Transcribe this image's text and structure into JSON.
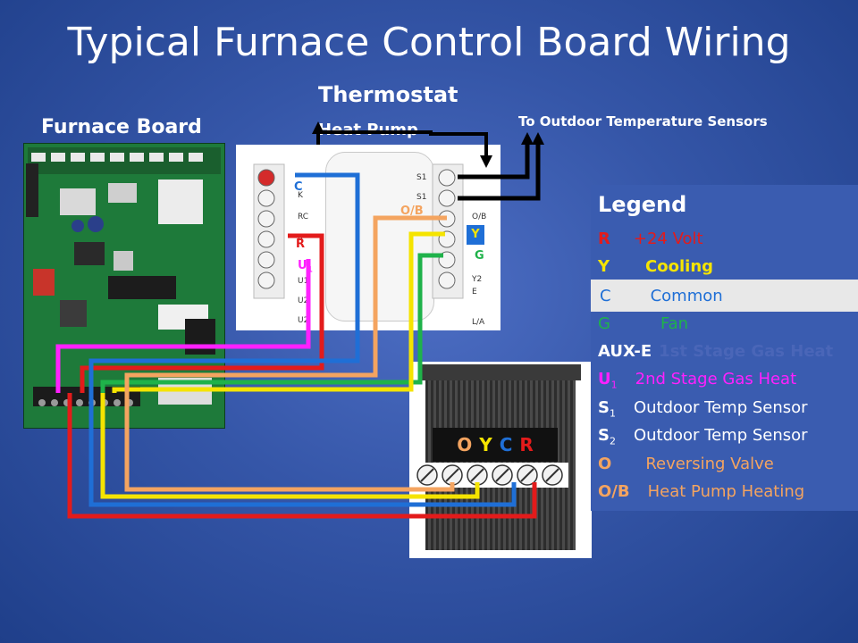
{
  "title": "Typical Furnace Control Board Wiring",
  "labels": {
    "thermostat": "Thermostat",
    "heat_pump": "Heat Pump",
    "furnace_board": "Furnace Board",
    "outdoor_sensors": "To Outdoor Temperature Sensors"
  },
  "thermostat": {
    "left_terminals": [
      "C",
      "K",
      "RC",
      "R",
      "U1",
      "U2",
      "U2"
    ],
    "right_terminals": [
      "S1",
      "S1",
      "O/B",
      "Y",
      "G",
      "Y2",
      "E",
      "L/A"
    ],
    "wire_labels": {
      "c": "C",
      "r": "R",
      "u1": "U",
      "ob": "O/B",
      "y": "Y",
      "g": "G"
    }
  },
  "outdoor_unit": {
    "terminals": [
      "O",
      "Y",
      "C",
      "R"
    ]
  },
  "legend": {
    "title": "Legend",
    "items": [
      {
        "key": "R",
        "desc": "+24 Volt",
        "color": "#e31b1b"
      },
      {
        "key": "Y",
        "desc": "Cooling",
        "color": "#f5e400"
      },
      {
        "key": "C",
        "desc": "Common",
        "color": "#1f6fd6"
      },
      {
        "key": "G",
        "desc": "Fan",
        "color": "#1fb24a"
      },
      {
        "key": "AUX-E",
        "desc": "1st Stage Gas Heat",
        "color": "#ffffff"
      },
      {
        "key": "U",
        "desc": "2nd Stage Gas Heat",
        "color": "#ff20ff"
      },
      {
        "key": "S",
        "desc": "Outdoor Temp Sensor",
        "color": "#ffffff"
      },
      {
        "key": "S",
        "desc": "Outdoor Temp Sensor",
        "color": "#ffffff"
      },
      {
        "key": "O",
        "desc": "Reversing Valve",
        "color": "#f4a460"
      },
      {
        "key": "O/B",
        "desc": "Heat Pump Heating",
        "color": "#f4a460"
      }
    ],
    "subscripts": [
      "1",
      "1",
      "2"
    ]
  },
  "colors": {
    "red": "#e31b1b",
    "yellow": "#f5e400",
    "blue": "#1f6fd6",
    "green": "#1fb24a",
    "magenta": "#ff20ff",
    "orange": "#f4a460",
    "black": "#000000"
  }
}
